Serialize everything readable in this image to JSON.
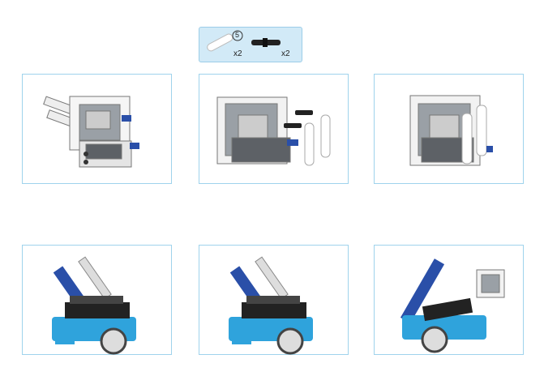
{
  "parts": {
    "beam_count": "5",
    "beam_qty": "x2",
    "pin_qty": "x2"
  },
  "steps": [
    {
      "id": 1,
      "image": "grey-frame-with-side-beams"
    },
    {
      "id": 2,
      "image": "exploded-frame-pins-and-beams"
    },
    {
      "id": 3,
      "image": "assembled-frame"
    },
    {
      "id": 4,
      "image": "robot-with-raised-arm"
    },
    {
      "id": 5,
      "image": "robot-with-raised-arm"
    },
    {
      "id": 6,
      "image": "robot-with-arm-and-module"
    }
  ],
  "colors": {
    "panel_border": "#9fd3ec",
    "parts_bg": "#d2eaf7",
    "robot_blue": "#2fa3dc",
    "arm_blue": "#2a4fa8"
  }
}
